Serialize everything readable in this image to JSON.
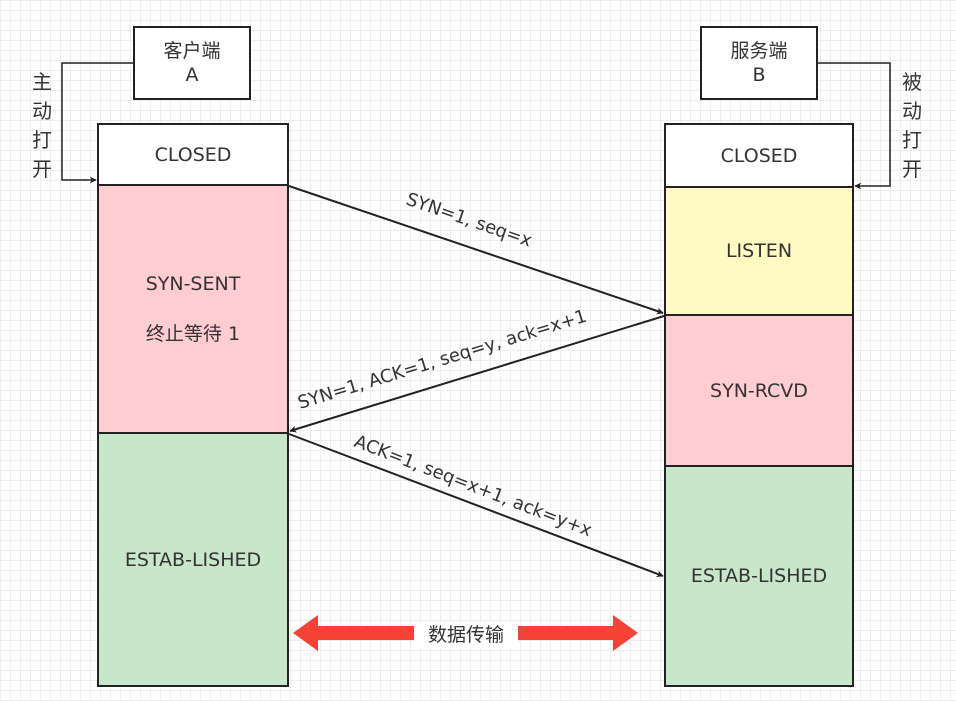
{
  "client": {
    "title": "客户端",
    "id": "A",
    "open_label": [
      "主",
      "动",
      "打",
      "开"
    ]
  },
  "server": {
    "title": "服务端",
    "id": "B",
    "open_label": [
      "被",
      "动",
      "打",
      "开"
    ]
  },
  "client_states": {
    "closed": "CLOSED",
    "syn_sent": "SYN-SENT",
    "syn_sent_sub": "终止等待 1",
    "established": "ESTAB-LISHED"
  },
  "server_states": {
    "closed": "CLOSED",
    "listen": "LISTEN",
    "syn_rcvd": "SYN-RCVD",
    "established": "ESTAB-LISHED"
  },
  "messages": {
    "syn": "SYN=1, seq=x",
    "syn_ack": "SYN=1, ACK=1, seq=y, ack=x+1",
    "ack": "ACK=1, seq=x+1, ack=y+x"
  },
  "data_transfer": "数据传输",
  "colors": {
    "sent_rcvd": "#ffcdd2",
    "listen": "#fff9c4",
    "established": "#c8e6c9",
    "data_arrow": "#f44336"
  }
}
